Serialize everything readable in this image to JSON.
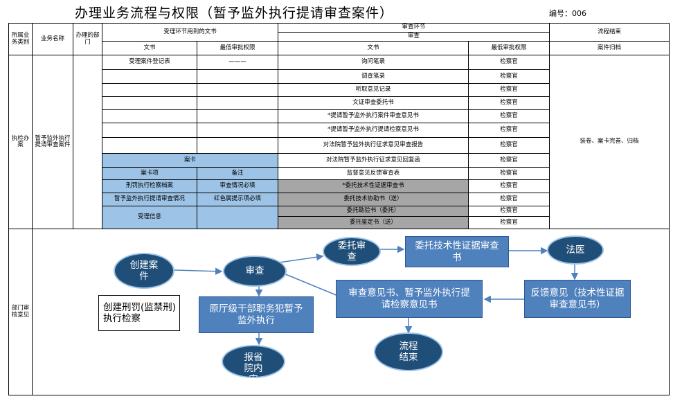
{
  "title": "办理业务流程与权限（暂予监外执行提请审查案件）",
  "doc_no": "编号：006",
  "header": {
    "category": "所属业务类别",
    "business_name": "业务名称",
    "department": "办理的部门",
    "acceptance_docs": "受理环节用到的文书",
    "review_stage": "审查环节",
    "review": "审查",
    "flow_end": "流程结束",
    "doc": "文书",
    "min_approval": "最低审批权限",
    "doc2": "文书",
    "min_approval2": "最低审批权限",
    "archive": "案件归档"
  },
  "row_label": {
    "category": "执检办案",
    "business": "暂予监外执行提请审查案件"
  },
  "acceptance": {
    "register": "受理案件登记表",
    "register_approval": "———"
  },
  "review_docs": [
    {
      "doc": "询问笔录",
      "approval": "检察官"
    },
    {
      "doc": "调查笔录",
      "approval": "检察官"
    },
    {
      "doc": "听取意见记录",
      "approval": "检察官"
    },
    {
      "doc": "文证审查委托书",
      "approval": "检察官"
    },
    {
      "doc": "*提请暂予监外执行案件审查意见书",
      "approval": "检察官"
    },
    {
      "doc": "*提请暂予监外执行提请检察意见书",
      "approval": "检察官"
    },
    {
      "doc": "对法院暂予监外执行征求意见审查报告",
      "approval": "检察官"
    },
    {
      "doc": "对法院暂予监外执行征求意见回复函",
      "approval": "检察官"
    },
    {
      "doc": "监督意见反馈审查表",
      "approval": "检察官"
    },
    {
      "doc": "*委托技术性证据审查书",
      "approval": "检察官"
    },
    {
      "doc": "委托技术协助书（送）",
      "approval": "检察官"
    },
    {
      "doc": "委托勘验书（委托）",
      "approval": "检察官"
    },
    {
      "doc": "委托鉴定书（送）",
      "approval": "检察官"
    }
  ],
  "archive_text": "装卷、案卡完善、归档",
  "card": {
    "label": "案卡",
    "item": "案卡项",
    "note": "备注",
    "rows": [
      {
        "item": "刑罚执行检察档案",
        "note": "审查情况必填"
      },
      {
        "item": "暂予监外执行提请审查情况",
        "note": "红色属提示项必填"
      },
      {
        "item": "受理信息",
        "note": ""
      }
    ]
  },
  "bottom_label": "部门审核意见",
  "flow": {
    "create_case": "创建案件",
    "create_note": "创建刑罚(监禁刑)执行检察",
    "review": "审查",
    "entrust_review": "委托审查",
    "entrust_tech": "委托技术性证据审查书",
    "forensic": "法医",
    "feedback": "反馈意见（技术性证据审查意见书）",
    "review_opinion": "审查意见书、暂予监外执行提请检察意见书",
    "official_crime": "原厅级干部职务犯暂予监外执行",
    "report_province": "报省院内审",
    "process_end": "流程结束"
  },
  "colors": {
    "blue_fill": "#9dc3e6",
    "grey_fill": "#a6a6a6",
    "node_dark": "#1f4e79",
    "node_rect": "#4f81bd"
  }
}
